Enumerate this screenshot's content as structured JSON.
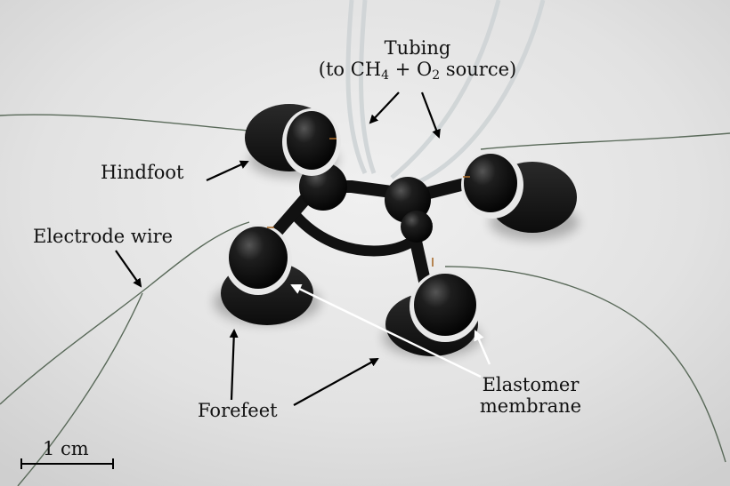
{
  "annotations": {
    "tubing_title": "Tubing",
    "tubing_source_prefix": "(to CH",
    "tubing_source_sub1": "4",
    "tubing_source_mid": " + O",
    "tubing_source_sub2": "2",
    "tubing_source_suffix": " source)",
    "hindfoot": "Hindfoot",
    "electrode_wire": "Electrode wire",
    "forefeet": "Forefeet",
    "elastomer_line1": "Elastomer",
    "elastomer_line2": "membrane"
  },
  "scale_bar": {
    "label": "1 cm"
  },
  "colors": {
    "background": "#dcdcdc",
    "robot_body": "#151515",
    "membrane_ring": "#e6e6e6",
    "wire": "#5a6a5a",
    "arrow_dark": "#000000",
    "arrow_light": "#ffffff"
  }
}
